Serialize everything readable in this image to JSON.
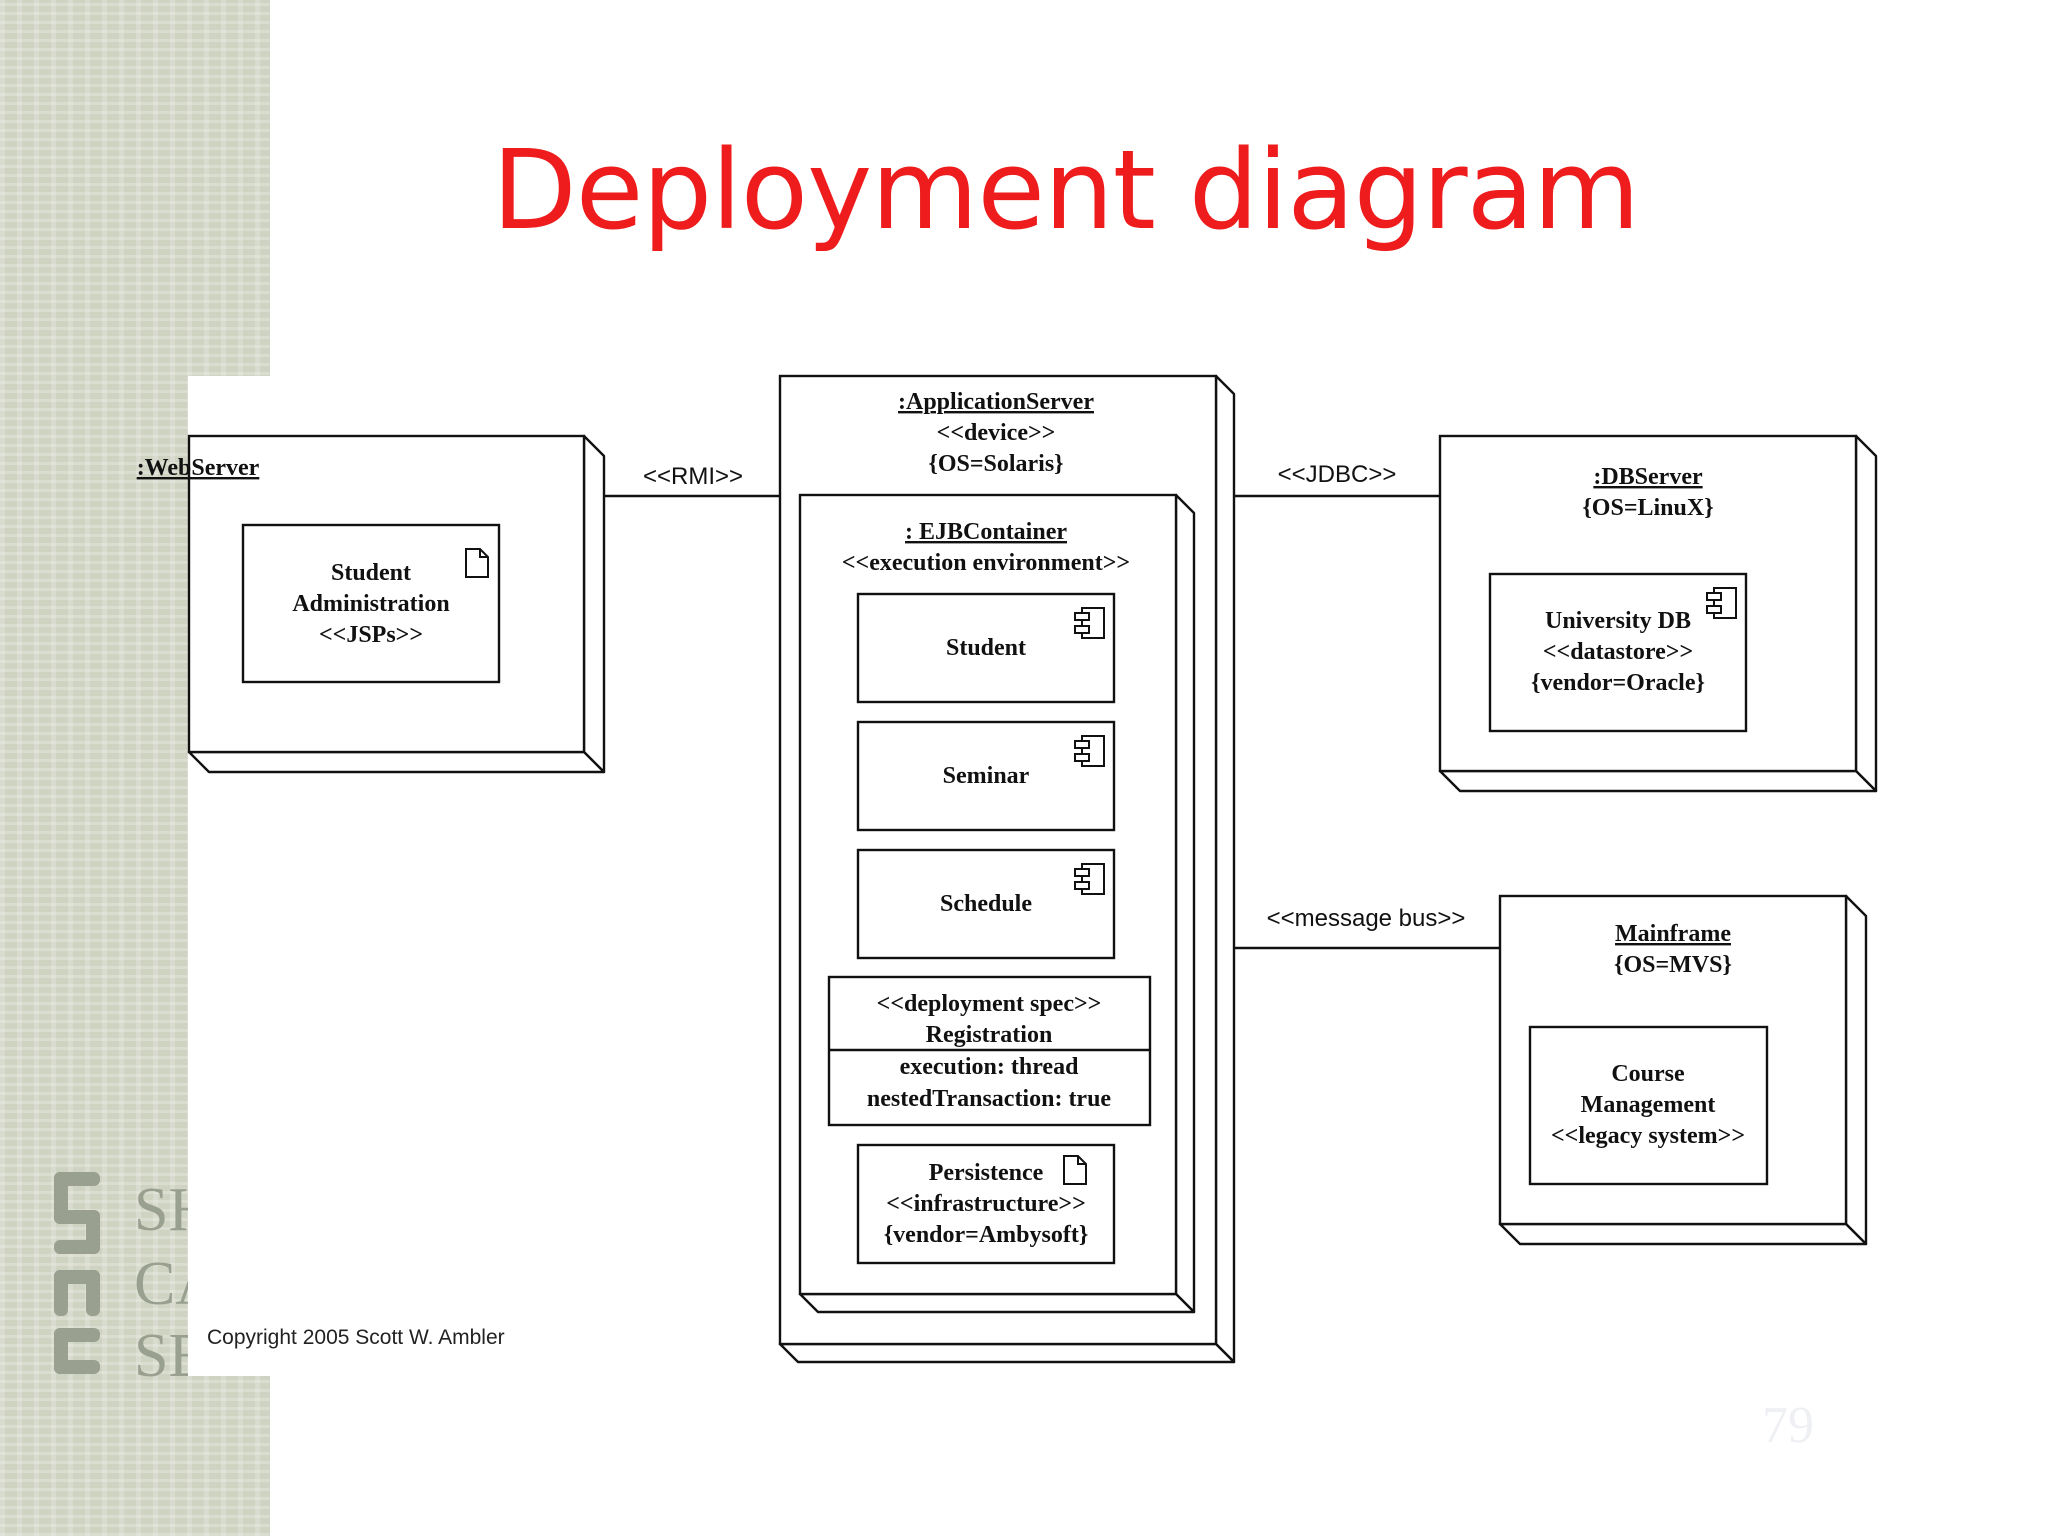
{
  "slide": {
    "title": "Deployment diagram",
    "copyright": "Copyright 2005 Scott W. Ambler",
    "page_number": "79",
    "logo": {
      "letters": "SHEL CASH SERIES",
      "icon": "series-logo-icon"
    }
  },
  "colors": {
    "title": "#ee1c1c",
    "sidebar": "#cfd3c2",
    "ink": "#111111"
  },
  "diagram": {
    "webserver": {
      "name": ":WebServer",
      "artifact": {
        "line1": "Student",
        "line2": "Administration",
        "line3": "<<JSPs>>",
        "icon": "document-icon"
      }
    },
    "appserver": {
      "name": ":ApplicationServer",
      "stereotype": "<<device>>",
      "property": "{OS=Solaris}",
      "container": {
        "name": ": EJBContainer",
        "stereotype": "<<execution environment>>",
        "components": [
          {
            "label": "Student",
            "icon": "component-icon"
          },
          {
            "label": "Seminar",
            "icon": "component-icon"
          },
          {
            "label": "Schedule",
            "icon": "component-icon"
          }
        ],
        "deployment_spec": {
          "line1": "<<deployment spec>>",
          "line2": "Registration",
          "attr1": "execution: thread",
          "attr2": "nestedTransaction: true"
        },
        "persistence": {
          "line1": "Persistence",
          "line2": "<<infrastructure>>",
          "line3": "{vendor=Ambysoft}",
          "icon": "document-icon"
        }
      }
    },
    "dbserver": {
      "name": ":DBServer",
      "property": "{OS=LinuX}",
      "component": {
        "line1": "University DB",
        "line2": "<<datastore>>",
        "line3": "{vendor=Oracle}",
        "icon": "component-icon"
      }
    },
    "mainframe": {
      "name": "Mainframe",
      "property": "{OS=MVS}",
      "artifact": {
        "line1": "Course",
        "line2": "Management",
        "line3": "<<legacy system>>"
      }
    },
    "connectors": {
      "rmi": "<<RMI>>",
      "jdbc": "<<JDBC>>",
      "message_bus": "<<message bus>>"
    }
  }
}
